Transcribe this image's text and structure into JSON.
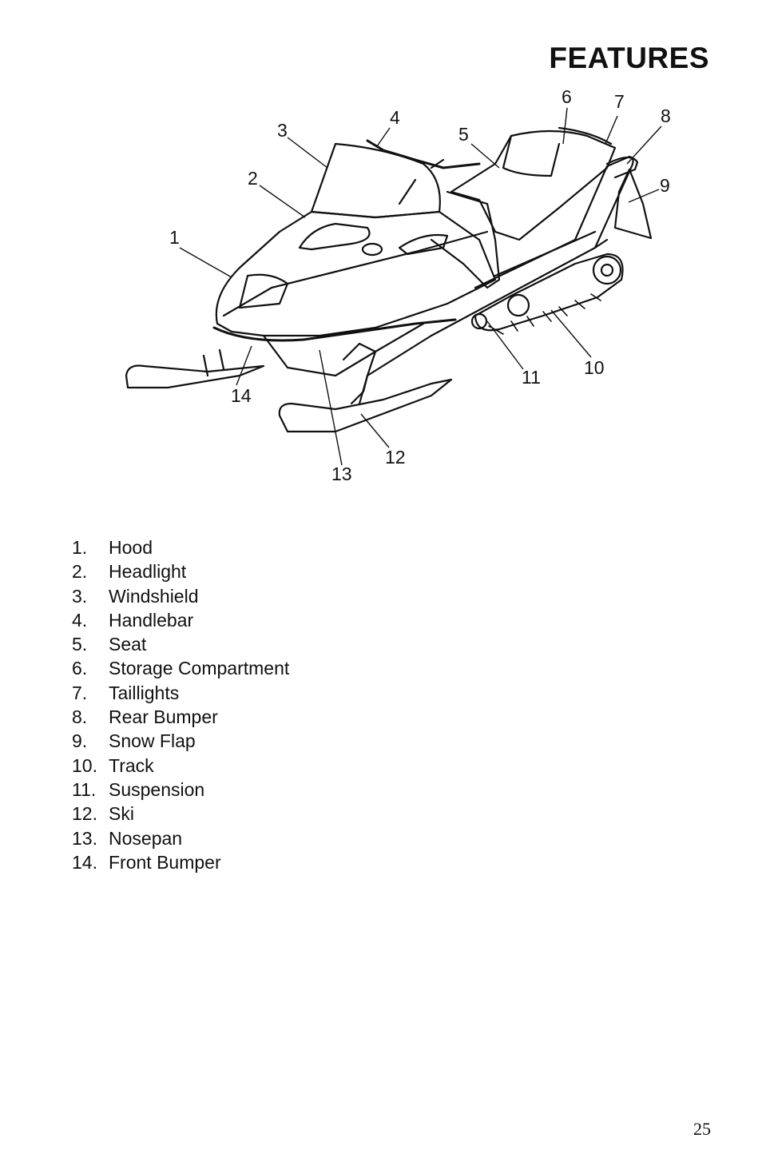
{
  "page": {
    "title": "FEATURES",
    "page_number": "25"
  },
  "diagram": {
    "callouts": [
      "1",
      "2",
      "3",
      "4",
      "5",
      "6",
      "7",
      "8",
      "9",
      "10",
      "11",
      "12",
      "13",
      "14"
    ]
  },
  "legend": [
    {
      "num": "1.",
      "label": "Hood"
    },
    {
      "num": "2.",
      "label": "Headlight"
    },
    {
      "num": "3.",
      "label": "Windshield"
    },
    {
      "num": "4.",
      "label": "Handlebar"
    },
    {
      "num": "5.",
      "label": "Seat"
    },
    {
      "num": "6.",
      "label": "Storage Compartment"
    },
    {
      "num": "7.",
      "label": "Taillights"
    },
    {
      "num": "8.",
      "label": "Rear Bumper"
    },
    {
      "num": "9.",
      "label": "Snow Flap"
    },
    {
      "num": "10.",
      "label": "Track"
    },
    {
      "num": "11.",
      "label": "Suspension"
    },
    {
      "num": "12.",
      "label": "Ski"
    },
    {
      "num": "13.",
      "label": "Nosepan"
    },
    {
      "num": "14.",
      "label": "Front Bumper"
    }
  ]
}
